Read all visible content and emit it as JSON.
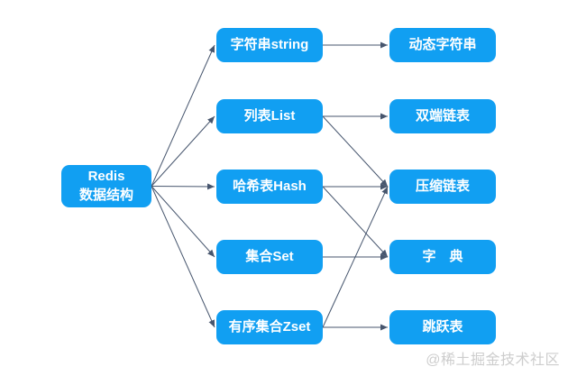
{
  "diagram": {
    "root": {
      "id": "redis",
      "line1": "Redis",
      "line2": "数据结构"
    },
    "middle_nodes": [
      {
        "id": "string",
        "label": "字符串string"
      },
      {
        "id": "list",
        "label": "列表List"
      },
      {
        "id": "hash",
        "label": "哈希表Hash"
      },
      {
        "id": "set",
        "label": "集合Set"
      },
      {
        "id": "zset",
        "label": "有序集合Zset"
      }
    ],
    "right_nodes": [
      {
        "id": "sds",
        "label": "动态字符串"
      },
      {
        "id": "linkedlist",
        "label": "双端链表"
      },
      {
        "id": "ziplist",
        "label": "压缩链表"
      },
      {
        "id": "dict",
        "label": "字　典"
      },
      {
        "id": "skiplist",
        "label": "跳跃表"
      }
    ],
    "edges": [
      {
        "from": "redis",
        "to": "string"
      },
      {
        "from": "redis",
        "to": "list"
      },
      {
        "from": "redis",
        "to": "hash"
      },
      {
        "from": "redis",
        "to": "set"
      },
      {
        "from": "redis",
        "to": "zset"
      },
      {
        "from": "string",
        "to": "sds"
      },
      {
        "from": "list",
        "to": "linkedlist"
      },
      {
        "from": "list",
        "to": "ziplist"
      },
      {
        "from": "hash",
        "to": "ziplist"
      },
      {
        "from": "hash",
        "to": "dict"
      },
      {
        "from": "set",
        "to": "dict"
      },
      {
        "from": "zset",
        "to": "ziplist"
      },
      {
        "from": "zset",
        "to": "skiplist"
      }
    ],
    "colors": {
      "node_fill": "#119FF2",
      "node_text": "#FFFFFF",
      "connector": "#47566E",
      "background": "#FFFFFF",
      "watermark_text": "#CDCDCD"
    }
  },
  "watermark": {
    "text": "@稀土掘金技术社区"
  }
}
